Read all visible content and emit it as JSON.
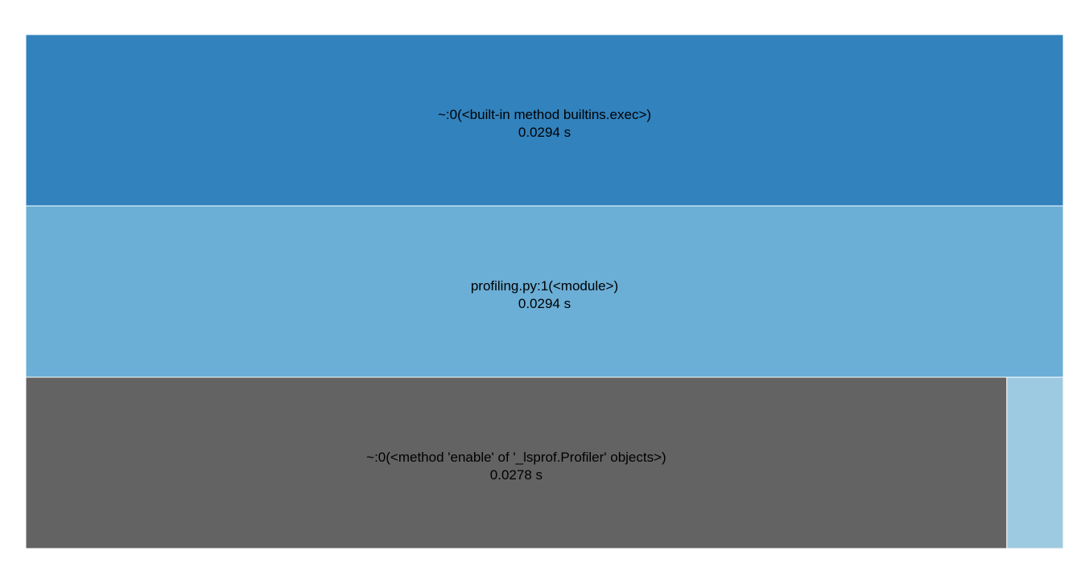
{
  "flame": {
    "time_unit": "s",
    "layers": [
      [
        {
          "name": "~:0(<built-in method builtins.exec>)",
          "time": "0.0294 s",
          "value": 0.0294,
          "color": "#3182bd"
        }
      ],
      [
        {
          "name": "profiling.py:1(<module>)",
          "time": "0.0294 s",
          "value": 0.0294,
          "color": "#6baed6"
        }
      ],
      [
        {
          "name": "~:0(<method 'enable' of '_lsprof.Profiler' objects>)",
          "time": "0.0278 s",
          "value": 0.0278,
          "color": "#636363"
        },
        {
          "name": "",
          "time": "",
          "value": 0.0016,
          "color": "#9ecae1"
        }
      ]
    ]
  }
}
